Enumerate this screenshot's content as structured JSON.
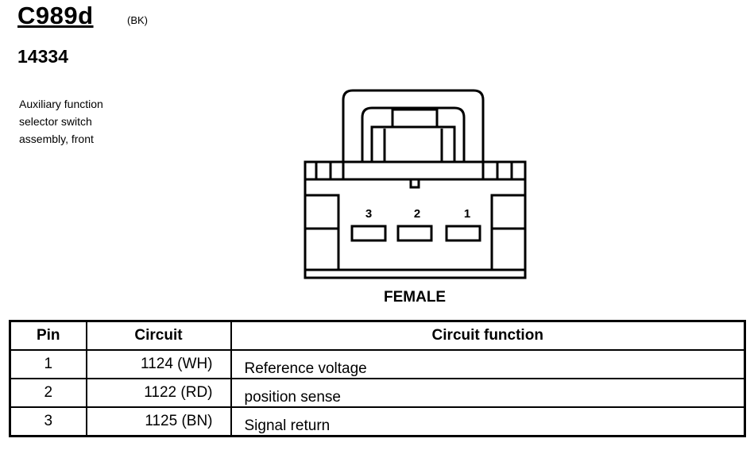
{
  "header": {
    "connector_id": "C989d",
    "color_code": "(BK)",
    "part_number": "14334",
    "description_lines": [
      "Auxiliary function",
      "selector switch",
      "assembly, front"
    ]
  },
  "connector": {
    "pins": [
      {
        "label": "3"
      },
      {
        "label": "2"
      },
      {
        "label": "1"
      }
    ],
    "gender": "FEMALE"
  },
  "table": {
    "headers": {
      "pin": "Pin",
      "circuit": "Circuit",
      "function": "Circuit function"
    },
    "rows": [
      {
        "pin": "1",
        "circuit": "1124 (WH)",
        "function": "Reference voltage"
      },
      {
        "pin": "2",
        "circuit": "1122 (RD)",
        "function": "position sense"
      },
      {
        "pin": "3",
        "circuit": "1125 (BN)",
        "function": "Signal return"
      }
    ]
  }
}
